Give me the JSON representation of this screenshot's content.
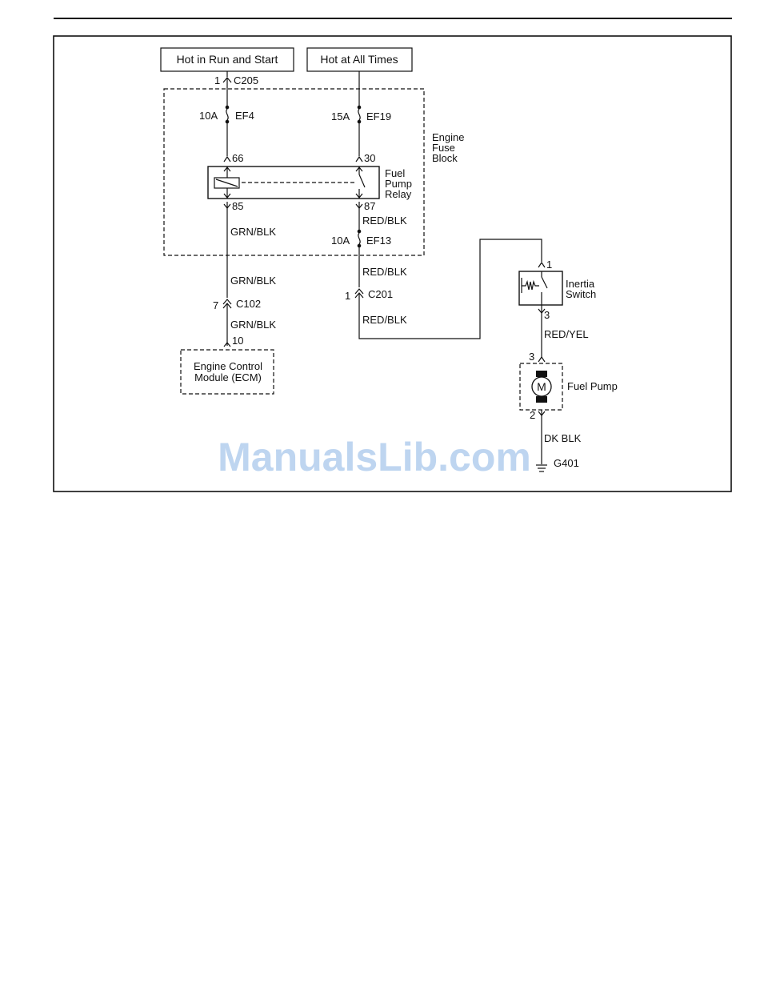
{
  "sources": {
    "run_start": "Hot in Run and Start",
    "all_times": "Hot at All Times"
  },
  "connectors": {
    "c205": "C205",
    "c205_pin": "1",
    "c102": "C102",
    "c102_pin": "7",
    "c201": "C201",
    "c201_pin": "1"
  },
  "fuses": {
    "ef4": "EF4",
    "ef4_rating": "10A",
    "ef19": "EF19",
    "ef19_rating": "15A",
    "ef13": "EF13",
    "ef13_rating": "10A"
  },
  "fuse_block": {
    "line1": "Engine",
    "line2": "Fuse",
    "line3": "Block"
  },
  "relay": {
    "line1": "Fuel",
    "line2": "Pump",
    "line3": "Relay",
    "pin_66": "66",
    "pin_30": "30",
    "pin_85": "85",
    "pin_87": "87"
  },
  "wires": {
    "grn_blk_1": "GRN/BLK",
    "grn_blk_2": "GRN/BLK",
    "grn_blk_3": "GRN/BLK",
    "red_blk_1": "RED/BLK",
    "red_blk_2": "RED/BLK",
    "red_blk_3": "RED/BLK",
    "red_yel": "RED/YEL",
    "dk_blk": "DK BLK"
  },
  "ecm": {
    "pin": "10",
    "line1": "Engine Control",
    "line2": "Module (ECM)"
  },
  "inertia_switch": {
    "line1": "Inertia",
    "line2": "Switch",
    "pin_in": "1",
    "pin_out": "3"
  },
  "fuel_pump": {
    "label": "Fuel Pump",
    "motor": "M",
    "pin_in": "3",
    "pin_out": "2"
  },
  "ground": {
    "label": "G401"
  },
  "watermark": "ManualsLib.com"
}
